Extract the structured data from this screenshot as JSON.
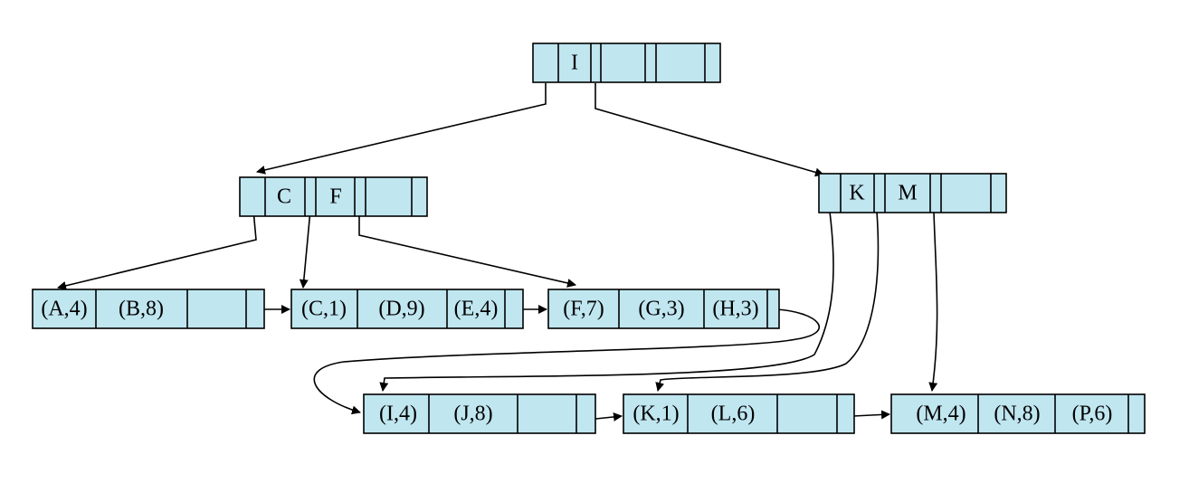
{
  "colors": {
    "node_fill": "#c0e6f0",
    "stroke": "#000000"
  },
  "tree": {
    "root": {
      "keys": [
        "I"
      ]
    },
    "internal": [
      {
        "id": "left",
        "keys": [
          "C",
          "F"
        ]
      },
      {
        "id": "right",
        "keys": [
          "K",
          "M"
        ]
      }
    ],
    "leaves": [
      {
        "id": "leaf1",
        "entries": [
          "(A,4)",
          "(B,8)"
        ]
      },
      {
        "id": "leaf2",
        "entries": [
          "(C,1)",
          "(D,9)",
          "(E,4)"
        ]
      },
      {
        "id": "leaf3",
        "entries": [
          "(F,7)",
          "(G,3)",
          "(H,3)"
        ]
      },
      {
        "id": "leaf4",
        "entries": [
          "(I,4)",
          "(J,8)"
        ]
      },
      {
        "id": "leaf5",
        "entries": [
          "(K,1)",
          "(L,6)"
        ]
      },
      {
        "id": "leaf6",
        "entries": [
          "(M,4)",
          "(N,8)",
          "(P,6)"
        ]
      }
    ]
  }
}
